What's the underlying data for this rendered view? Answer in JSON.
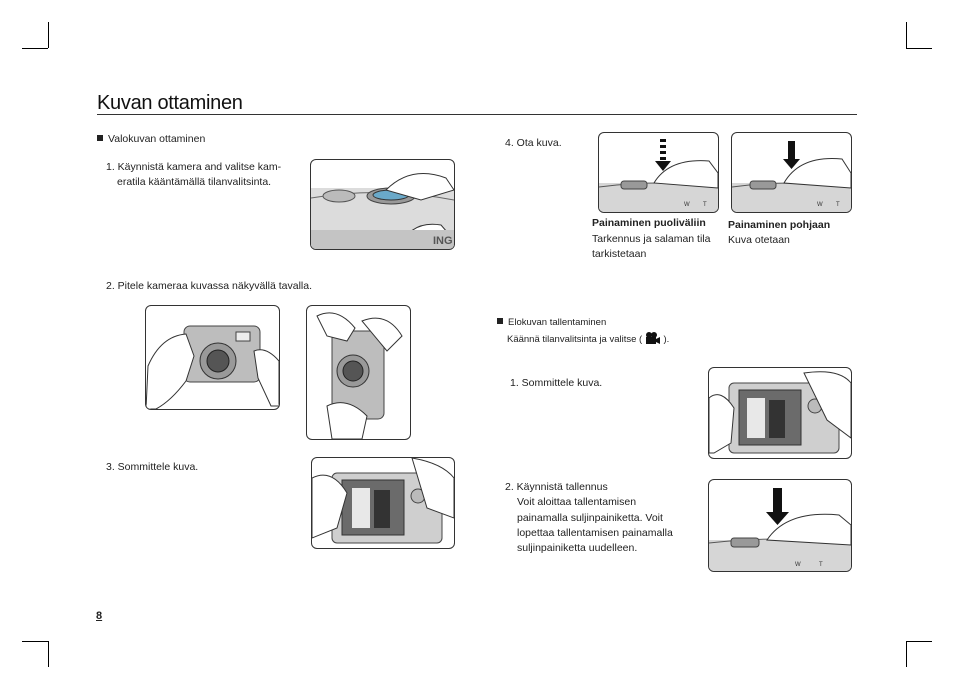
{
  "header": {
    "title": "Kuvan ottaminen"
  },
  "still": {
    "heading": "Valokuvan ottaminen",
    "step1_line1": "1. Käynnistä kamera and valitse kam-",
    "step1_line2": "eratila kääntämällä tilanvalitsinta.",
    "step2": "2. Pitele kameraa kuvassa näkyvällä tavalla.",
    "step3": "3. Sommittele kuva.",
    "step4": "4. Ota kuva.",
    "half_press_title": "Painaminen puoliväliin",
    "half_press_line1": "Tarkennus ja salaman tila",
    "half_press_line2": "tarkistetaan",
    "full_press_title": "Painaminen pohjaan",
    "full_press_desc": "Kuva otetaan"
  },
  "movie": {
    "heading": "Elokuvan tallentaminen",
    "subline_a": "Käännä tilanvalitsinta ja valitse (",
    "subline_b": ").",
    "step1": "1. Sommittele kuva.",
    "step2_title": "2. Käynnistä tallennus",
    "step2_line1": "Voit aloittaa tallentamisen",
    "step2_line2": "painamalla suljinpainiketta. Voit",
    "step2_line3": "lopettaa tallentamisen painamalla",
    "step2_line4": "suljinpainiketta uudelleen."
  },
  "footer": {
    "page_number": "8"
  },
  "icons": [
    "movie-camera-icon",
    "arrow-down-icon",
    "dashed-arrow-down-icon"
  ]
}
